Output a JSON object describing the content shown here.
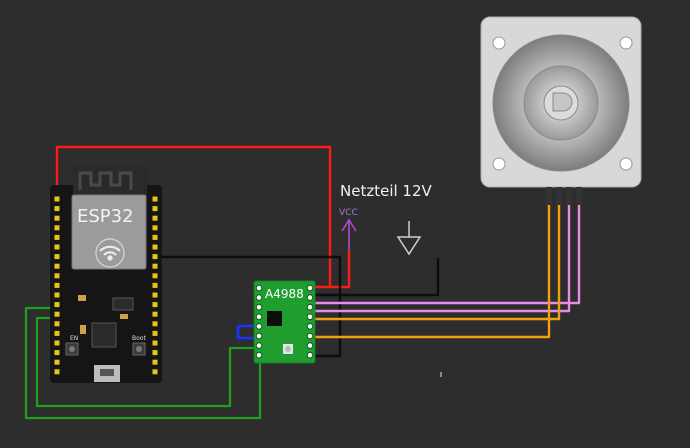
{
  "esp32": {
    "label": "ESP32",
    "en_label": "EN",
    "boot_label": "Boot"
  },
  "driver": {
    "label": "A4988"
  },
  "power": {
    "label": "Netzteil 12V",
    "vcc_label": "VCC"
  },
  "colors": {
    "background": "#2d2d2d",
    "wire_red": "#ff1a1a",
    "wire_black": "#0d0d0d",
    "wire_green": "#1fa01f",
    "wire_blue": "#1a33ff",
    "wire_pink": "#e98be9",
    "wire_orange": "#f2a10e",
    "vcc_symbol": "#b04ad0",
    "board_black": "#151515",
    "pin_yellow": "#e6c619",
    "driver_green": "#1f9e2f"
  },
  "icons": {
    "vcc": "vcc-arrow-symbol",
    "ground": "ground-symbol",
    "wifi": "wifi-logo-icon",
    "stepper": "stepper-motor-icon"
  }
}
